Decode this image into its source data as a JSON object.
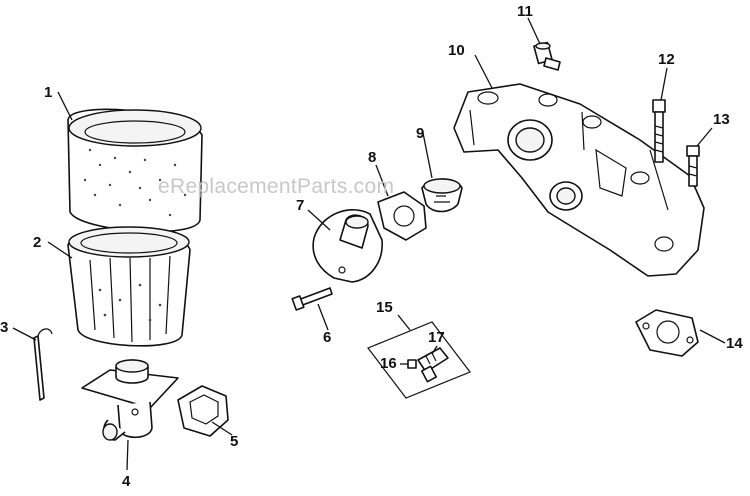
{
  "watermark": "eReplacementParts.com",
  "labels": [
    "1",
    "2",
    "3",
    "4",
    "5",
    "6",
    "7",
    "8",
    "9",
    "10",
    "11",
    "12",
    "13",
    "14",
    "15",
    "16",
    "17"
  ]
}
